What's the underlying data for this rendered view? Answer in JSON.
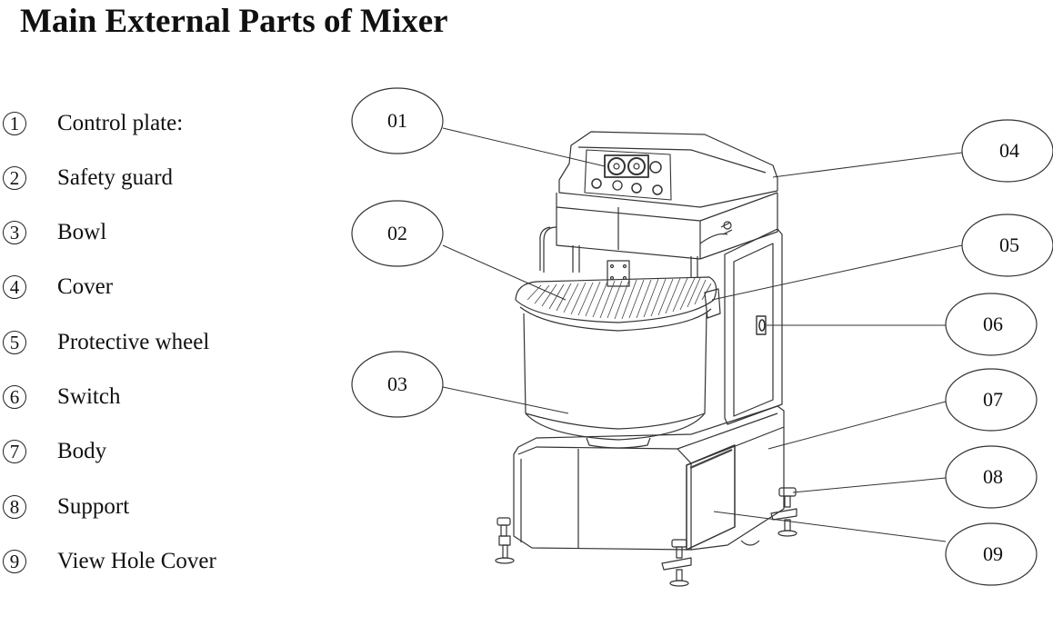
{
  "title": "Main External Parts of Mixer",
  "legend": [
    {
      "number": "1",
      "label": "Control plate:"
    },
    {
      "number": "2",
      "label": "Safety guard"
    },
    {
      "number": "3",
      "label": "Bowl"
    },
    {
      "number": "4",
      "label": "Cover"
    },
    {
      "number": "5",
      "label": "Protective wheel"
    },
    {
      "number": "6",
      "label": "Switch"
    },
    {
      "number": "7",
      "label": "Body"
    },
    {
      "number": "8",
      "label": "Support"
    },
    {
      "number": "9",
      "label": "View Hole Cover"
    }
  ],
  "callouts": [
    {
      "id": "01",
      "part": "Control plate"
    },
    {
      "id": "02",
      "part": "Safety guard"
    },
    {
      "id": "03",
      "part": "Bowl"
    },
    {
      "id": "04",
      "part": "Cover"
    },
    {
      "id": "05",
      "part": "Protective wheel"
    },
    {
      "id": "06",
      "part": "Switch"
    },
    {
      "id": "07",
      "part": "Body"
    },
    {
      "id": "08",
      "part": "Support"
    },
    {
      "id": "09",
      "part": "View Hole Cover"
    }
  ]
}
